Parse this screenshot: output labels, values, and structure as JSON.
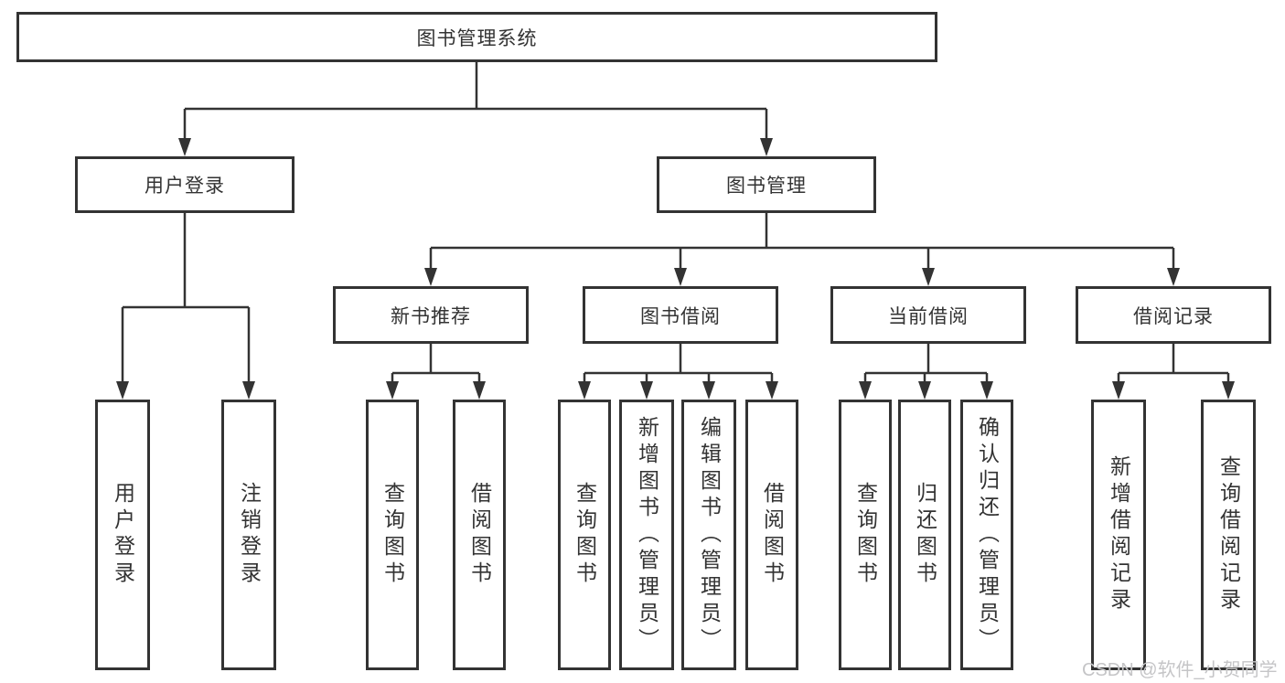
{
  "tree": {
    "label": "图书管理系统",
    "children": [
      {
        "label": "用户登录",
        "children": [
          {
            "label": "用户登录"
          },
          {
            "label": "注销登录"
          }
        ]
      },
      {
        "label": "图书管理",
        "children": [
          {
            "label": "新书推荐",
            "children": [
              {
                "label": "查询图书"
              },
              {
                "label": "借阅图书"
              }
            ]
          },
          {
            "label": "图书借阅",
            "children": [
              {
                "label": "查询图书"
              },
              {
                "label": "新增图书（管理员）"
              },
              {
                "label": "编辑图书（管理员）"
              },
              {
                "label": "借阅图书"
              }
            ]
          },
          {
            "label": "当前借阅",
            "children": [
              {
                "label": "查询图书"
              },
              {
                "label": "归还图书"
              },
              {
                "label": "确认归还（管理员）"
              }
            ]
          },
          {
            "label": "借阅记录",
            "children": [
              {
                "label": "新增借阅记录"
              },
              {
                "label": "查询借阅记录"
              }
            ]
          }
        ]
      }
    ]
  },
  "watermark": "CSDN @软件_小贺同学",
  "colors": {
    "line": "#333333",
    "text": "#333333",
    "watermark_text": "#c5c5c7",
    "background": "#ffffff"
  }
}
